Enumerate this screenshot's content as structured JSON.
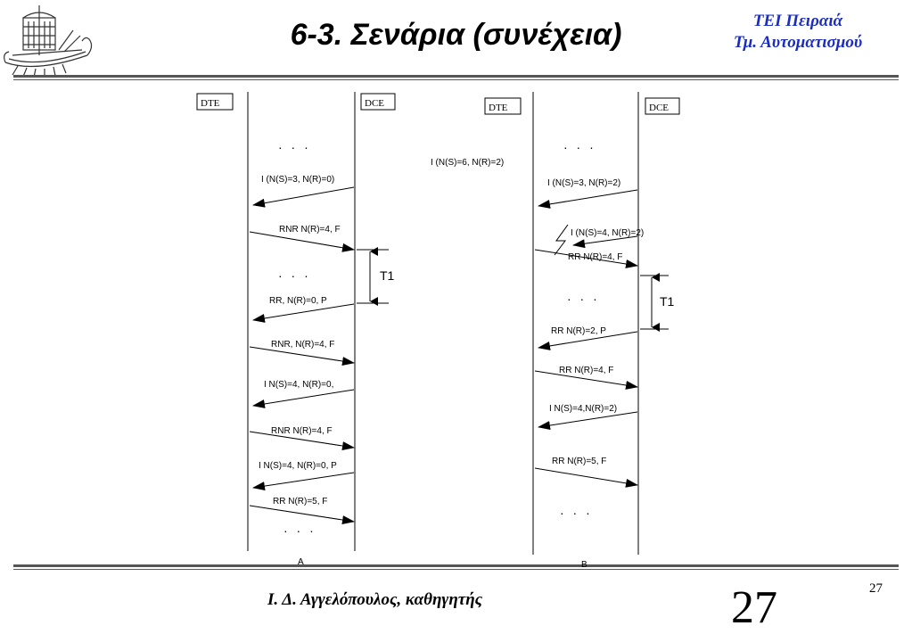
{
  "header": {
    "title": "6-3. Σενάρια (συνέχεια)",
    "institution_line1": "ΤΕΙ Πειραιά",
    "institution_line2": "Τμ. Αυτοματισμού"
  },
  "footer": {
    "author": "Ι. Δ. Αγγελόπουλος, καθηγητής",
    "page_large": "27",
    "page_small": "27"
  },
  "colors": {
    "institution": "#1a2dbf",
    "rule": "#555555"
  },
  "diagram_a": {
    "dte_label": "DTE",
    "dce_label": "DCE",
    "caption": "A",
    "dots": "· · ·",
    "timer_label": "T1",
    "frames": [
      "I (N(S)=3, N(R)=0)",
      "RNR N(R)=4, F",
      "RR, N(R)=0, P",
      "RNR, N(R)=4, F",
      "I N(S)=4, N(R)=0,",
      "RNR N(R)=4, F",
      "I N(S)=4, N(R)=0, P",
      "RR N(R)=5, F"
    ]
  },
  "diagram_b": {
    "dte_label": "DTE",
    "dce_label": "DCE",
    "caption": "B",
    "dots": "· · ·",
    "timer_label": "T1",
    "frames": [
      "I (N(S)=6, N(R)=2)",
      "I (N(S)=3, N(R)=2)",
      "I (N(S)=4, N(R)=2)",
      "RR N(R)=4, F",
      "RR N(R)=2, P",
      "RR N(R)=4, F",
      "I N(S)=4,N(R)=2)",
      "RR N(R)=5, F"
    ]
  }
}
